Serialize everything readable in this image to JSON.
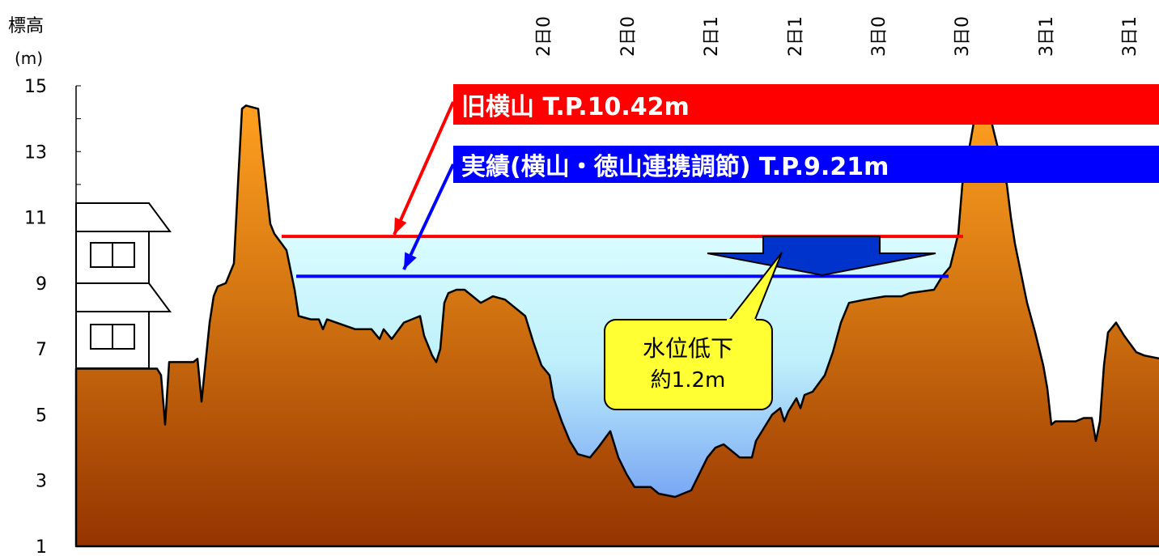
{
  "chart_data": {
    "type": "area",
    "ylabel": "標高",
    "yunit": "(m)",
    "ylim": [
      1,
      15
    ],
    "yticks": [
      "15",
      "13",
      "11",
      "9",
      "7",
      "5",
      "3",
      "1"
    ],
    "top_date_labels": [
      "2日0",
      "2日0",
      "2日1",
      "2日1",
      "3日0",
      "3日0",
      "3日1",
      "3日1"
    ],
    "series": [
      {
        "name": "旧横山 T.P.10.42m",
        "level": 10.42,
        "color": "#ff0000"
      },
      {
        "name": "実績(横山・徳山連携調節) T.P.9.21m",
        "level": 9.21,
        "color": "#0000ff"
      }
    ],
    "annotation": {
      "line1": "水位低下",
      "line2": "約1.2m"
    },
    "terrain_profile": [
      [
        0,
        6.4
      ],
      [
        100,
        6.4
      ],
      [
        105,
        6.2
      ],
      [
        110,
        4.7
      ],
      [
        115,
        6.6
      ],
      [
        145,
        6.6
      ],
      [
        150,
        6.7
      ],
      [
        155,
        5.4
      ],
      [
        160,
        6.6
      ],
      [
        165,
        7.8
      ],
      [
        170,
        8.6
      ],
      [
        175,
        8.9
      ],
      [
        185,
        9.0
      ],
      [
        195,
        9.6
      ],
      [
        200,
        12.0
      ],
      [
        205,
        14.3
      ],
      [
        210,
        14.4
      ],
      [
        225,
        14.3
      ],
      [
        230,
        13.0
      ],
      [
        240,
        10.8
      ],
      [
        245,
        10.5
      ],
      [
        260,
        10.0
      ],
      [
        270,
        8.8
      ],
      [
        275,
        8.0
      ],
      [
        290,
        7.9
      ],
      [
        300,
        7.9
      ],
      [
        305,
        7.6
      ],
      [
        310,
        7.9
      ],
      [
        345,
        7.6
      ],
      [
        365,
        7.6
      ],
      [
        375,
        7.3
      ],
      [
        380,
        7.6
      ],
      [
        390,
        7.3
      ],
      [
        405,
        7.8
      ],
      [
        425,
        8.0
      ],
      [
        430,
        7.4
      ],
      [
        440,
        6.8
      ],
      [
        445,
        6.6
      ],
      [
        450,
        7.0
      ],
      [
        455,
        8.4
      ],
      [
        460,
        8.7
      ],
      [
        470,
        8.8
      ],
      [
        480,
        8.8
      ],
      [
        500,
        8.4
      ],
      [
        515,
        8.6
      ],
      [
        530,
        8.5
      ],
      [
        555,
        8.0
      ],
      [
        565,
        7.2
      ],
      [
        575,
        6.5
      ],
      [
        585,
        6.2
      ],
      [
        590,
        5.5
      ],
      [
        600,
        4.8
      ],
      [
        610,
        4.2
      ],
      [
        620,
        3.8
      ],
      [
        635,
        3.7
      ],
      [
        645,
        4.0
      ],
      [
        660,
        4.5
      ],
      [
        670,
        3.7
      ],
      [
        680,
        3.2
      ],
      [
        690,
        2.8
      ],
      [
        710,
        2.8
      ],
      [
        720,
        2.6
      ],
      [
        740,
        2.5
      ],
      [
        760,
        2.7
      ],
      [
        770,
        3.2
      ],
      [
        780,
        3.7
      ],
      [
        790,
        4.0
      ],
      [
        800,
        4.1
      ],
      [
        815,
        3.8
      ],
      [
        820,
        3.7
      ],
      [
        835,
        3.7
      ],
      [
        840,
        4.2
      ],
      [
        860,
        5.0
      ],
      [
        870,
        5.2
      ],
      [
        875,
        4.8
      ],
      [
        880,
        5.1
      ],
      [
        890,
        5.5
      ],
      [
        895,
        5.2
      ],
      [
        900,
        5.6
      ],
      [
        910,
        5.7
      ],
      [
        925,
        6.2
      ],
      [
        935,
        6.9
      ],
      [
        945,
        7.8
      ],
      [
        955,
        8.4
      ],
      [
        975,
        8.5
      ],
      [
        1000,
        8.6
      ],
      [
        1020,
        8.6
      ],
      [
        1030,
        8.7
      ],
      [
        1060,
        8.8
      ],
      [
        1070,
        9.2
      ],
      [
        1080,
        9.5
      ],
      [
        1090,
        10.5
      ],
      [
        1095,
        12.0
      ],
      [
        1105,
        13.3
      ],
      [
        1110,
        14.0
      ],
      [
        1130,
        14.0
      ],
      [
        1150,
        12.0
      ],
      [
        1155,
        11.0
      ],
      [
        1160,
        10.2
      ],
      [
        1170,
        9.0
      ],
      [
        1175,
        8.4
      ],
      [
        1185,
        7.5
      ],
      [
        1195,
        6.5
      ],
      [
        1200,
        5.8
      ],
      [
        1205,
        4.7
      ],
      [
        1210,
        4.8
      ],
      [
        1235,
        4.8
      ],
      [
        1245,
        4.9
      ],
      [
        1255,
        4.9
      ],
      [
        1260,
        4.2
      ],
      [
        1265,
        4.8
      ],
      [
        1270,
        6.5
      ],
      [
        1275,
        7.5
      ],
      [
        1285,
        7.8
      ],
      [
        1295,
        7.4
      ],
      [
        1310,
        6.9
      ],
      [
        1320,
        6.8
      ],
      [
        1340,
        6.7
      ]
    ]
  }
}
